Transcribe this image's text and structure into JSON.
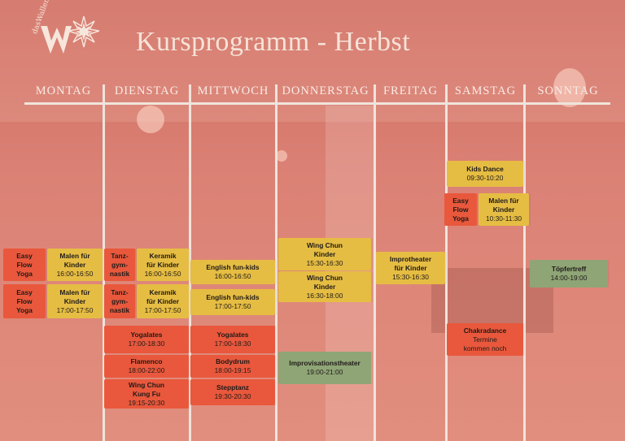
{
  "title": "Kursprogramm - Herbst",
  "logo_text": "dasWallenstein",
  "days": [
    "MONTAG",
    "DIENSTAG",
    "MITTWOCH",
    "DONNERSTAG",
    "FREITAG",
    "SAMSTAG",
    "SONNTAG"
  ],
  "colors": {
    "yellow": "#e6bd43",
    "orange": "#e9583c",
    "green": "#8fa576",
    "text": "#f6e3d8"
  },
  "courses": {
    "mo1": {
      "name": [
        "Easy",
        "Flow",
        "Yoga"
      ]
    },
    "mo2": {
      "name": [
        "Malen für",
        "Kinder"
      ],
      "time": "16:00-16:50"
    },
    "mo3": {
      "name": [
        "Easy",
        "Flow",
        "Yoga"
      ]
    },
    "mo4": {
      "name": [
        "Malen für",
        "Kinder"
      ],
      "time": "17:00-17:50"
    },
    "di1": {
      "name": [
        "Tanz-",
        "gym-",
        "nastik"
      ]
    },
    "di2": {
      "name": [
        "Keramik",
        "für Kinder"
      ],
      "time": "16:00-16:50"
    },
    "di3": {
      "name": [
        "Tanz-",
        "gym-",
        "nastik"
      ]
    },
    "di4": {
      "name": [
        "Keramik",
        "für Kinder"
      ],
      "time": "17:00-17:50"
    },
    "di5": {
      "name": [
        "Yogalates"
      ],
      "time": "17:00-18:30"
    },
    "di6": {
      "name": [
        "Flamenco"
      ],
      "time": "18:00-22:00"
    },
    "di7": {
      "name": [
        "Wing Chun",
        "Kung Fu"
      ],
      "time": "19:15-20:30"
    },
    "mi1": {
      "name": [
        "English fun-kids"
      ],
      "time": "16:00-16:50"
    },
    "mi2": {
      "name": [
        "English fun-kids"
      ],
      "time": "17:00-17:50"
    },
    "mi3": {
      "name": [
        "Yogalates"
      ],
      "time": "17:00-18:30"
    },
    "mi4": {
      "name": [
        "Bodydrum"
      ],
      "time": "18:00-19:15"
    },
    "mi5": {
      "name": [
        "Stepptanz"
      ],
      "time": "19:30-20:30"
    },
    "do1": {
      "name": [
        "Wing Chun",
        "Kinder"
      ],
      "time": "15:30-16:30"
    },
    "do2": {
      "name": [
        "Wing Chun",
        "Kinder"
      ],
      "time": "16:30-18:00"
    },
    "do3": {
      "name": [
        "Improvisationstheater"
      ],
      "time": "19:00-21:00"
    },
    "fr1": {
      "name": [
        "Improtheater",
        "für Kinder"
      ],
      "time": "15:30-16:30"
    },
    "sa1": {
      "name": [
        "Kids Dance"
      ],
      "time": "09:30-10:20"
    },
    "sa2": {
      "name": [
        "Easy",
        "Flow",
        "Yoga"
      ]
    },
    "sa3": {
      "name": [
        "Malen für",
        "Kinder"
      ],
      "time": "10:30-11:30"
    },
    "sa4": {
      "name": [
        "Chakradance"
      ],
      "time": "Termine",
      "note": "kommen noch"
    },
    "so1": {
      "name": [
        "Töpfertreff"
      ],
      "time": "14:00-19:00"
    }
  }
}
